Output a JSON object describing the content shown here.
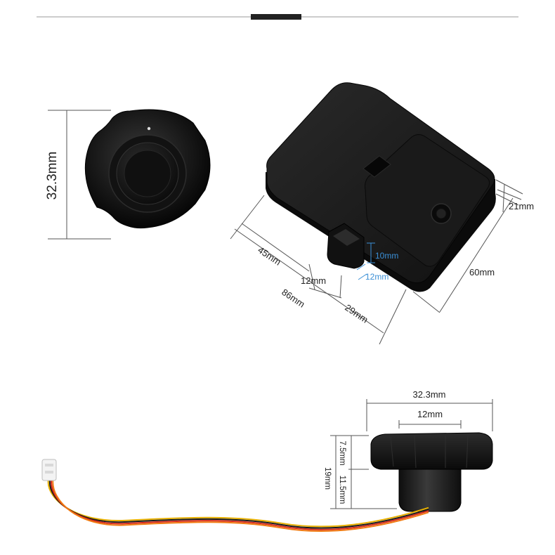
{
  "header": {
    "accent_color": "#222222",
    "rule_color": "#9a9a9a"
  },
  "knob_top": {
    "height_label": "32.3mm"
  },
  "lock_body": {
    "height_label": "21mm",
    "width_label": "60mm",
    "length_label_45": "45mm",
    "length_label_12": "12mm",
    "length_label_86": "86mm",
    "length_label_29": "29mm",
    "bolt_label_10": "10mm",
    "bolt_label_12": "12mm",
    "bolt_label_color": "#3a8fd6"
  },
  "knob_side": {
    "diameter_label": "32.3mm",
    "inner_label": "12mm",
    "height_label_total": "19mm",
    "height_label_top": "7.5mm",
    "height_label_stem": "11.5mm"
  },
  "cable": {
    "colors": [
      "#e8b000",
      "#1a1a1a",
      "#d62a1a",
      "#f07a10"
    ]
  }
}
